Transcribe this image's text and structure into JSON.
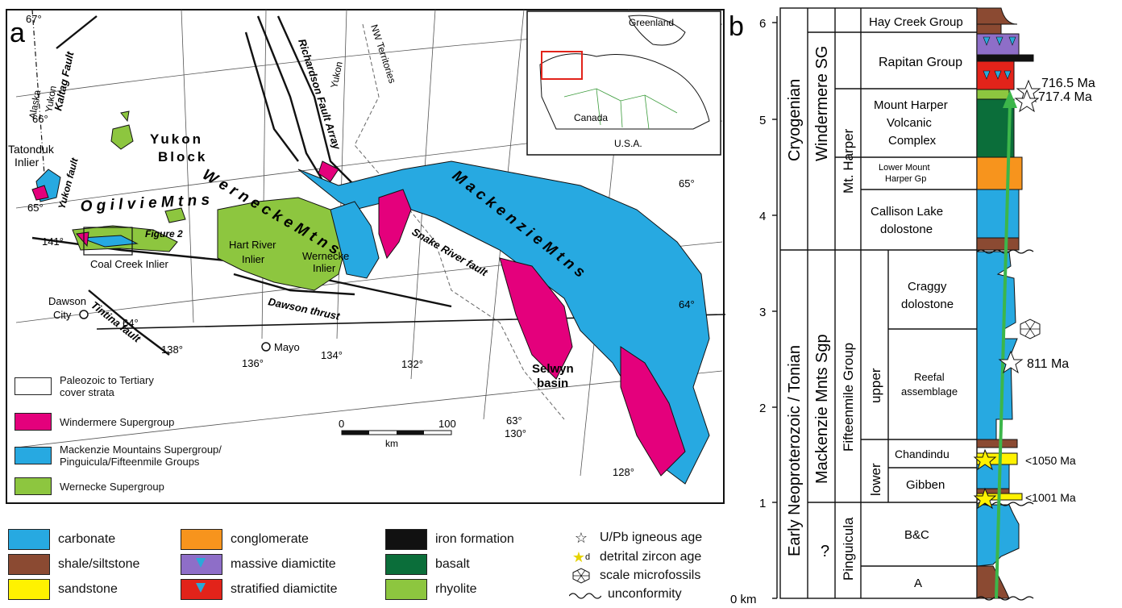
{
  "panel_a": {
    "label": "a",
    "lat_labels": [
      "67°",
      "66°",
      "65°",
      "64°",
      "63°"
    ],
    "lon_labels": [
      "141°",
      "138°",
      "136°",
      "134°",
      "132°",
      "130°",
      "128°"
    ],
    "lon_right": [
      "65°",
      "64°"
    ],
    "place_names": {
      "alaska": "Alaska",
      "yukon_w": "Yukon",
      "kaltag": "Kaltag Fault",
      "richardson": "Richardson Fault Array",
      "yukon_n": "Yukon",
      "nwt": "NW Territories",
      "tatonduk": "Tatonduk\nInlier",
      "yukon_fault": "Yukon fault",
      "yukon_block": "Yukon\nBlock",
      "ogilvie": "O g i l v i e  M t n s",
      "wernecke_mtns": "W e r n e c k e  M t n s",
      "mackenzie": "M a c k e n z i e  M t n s",
      "figure2": "Figure 2",
      "hart": "Hart River\nInlier",
      "wernecke_inlier": "Wernecke\nInlier",
      "coal": "Coal Creek Inlier",
      "snake": "Snake River fault",
      "dawson_thrust": "Dawson thrust",
      "tintina": "Tintina fault",
      "dawson": "Dawson\nCity",
      "mayo": "Mayo",
      "selwyn": "Selwyn\nbasin"
    },
    "inset": {
      "greenland": "Greenland",
      "canada": "Canada",
      "usa": "U.S.A."
    },
    "scale": {
      "zero": "0",
      "hundred": "100",
      "unit": "km"
    },
    "map_legend": [
      {
        "label": "Paleozoic to Tertiary\ncover strata",
        "color": "#ffffff"
      },
      {
        "label": "Windermere Supergroup",
        "color": "#e4007c"
      },
      {
        "label": "Mackenzie Mountains Supergroup/\nPinguicula/Fifteenmile Groups",
        "color": "#27a9e1"
      },
      {
        "label": "Wernecke Supergroup",
        "color": "#8dc63f"
      }
    ]
  },
  "panel_b": {
    "label": "b",
    "y_ticks": [
      "0 km",
      "1",
      "2",
      "3",
      "4",
      "5",
      "6"
    ],
    "period_top": "Cryogenian",
    "period_bottom": "Early Neoproterozoic / Tonian",
    "sg_top": "Windermere SG",
    "sg_bottom": "Mackenzie Mnts Sgp",
    "q_mark": "?",
    "grp_mth": "Mt. Harper",
    "grp_fifteen": "Fifteenmile Group",
    "grp_pinguicula": "Pinguicula",
    "sub_upper": "upper",
    "sub_lower": "lower",
    "units": {
      "hay": "Hay Creek Group",
      "rapitan": "Rapitan Group",
      "mth": "Mount Harper\nVolcanic\nComplex",
      "lmh": "Lower Mount\nHarper Gp",
      "callison": "Callison Lake\ndolostone",
      "craggy": "Craggy\ndolostone",
      "reefal": "Reefal\nassemblage",
      "chandindu": "Chandindu",
      "gibben": "Gibben",
      "bc": "B&C",
      "a": "A"
    },
    "ages": [
      "716.5 Ma",
      "717.4 Ma",
      "811 Ma",
      "<1050 Ma",
      "<1001 Ma"
    ]
  },
  "legend": {
    "col1": [
      {
        "label": "carbonate",
        "color": "#27a9e1"
      },
      {
        "label": "shale/siltstone",
        "color": "#8b4a32"
      },
      {
        "label": "sandstone",
        "color": "#fff200"
      }
    ],
    "col2": [
      {
        "label": "conglomerate",
        "color": "#f7941d"
      },
      {
        "label": "massive diamictite",
        "color": "#8e6ec8"
      },
      {
        "label": "stratified diamictite",
        "color": "#e2231a"
      }
    ],
    "col3": [
      {
        "label": "iron formation",
        "color": "#111111"
      },
      {
        "label": "basalt",
        "color": "#0b6e3a"
      },
      {
        "label": "rhyolite",
        "color": "#8dc63f"
      }
    ],
    "col4": [
      "U/Pb igneous age",
      "detrital zircon age",
      "scale microfossils",
      "unconformity"
    ],
    "d_mark": "d"
  }
}
